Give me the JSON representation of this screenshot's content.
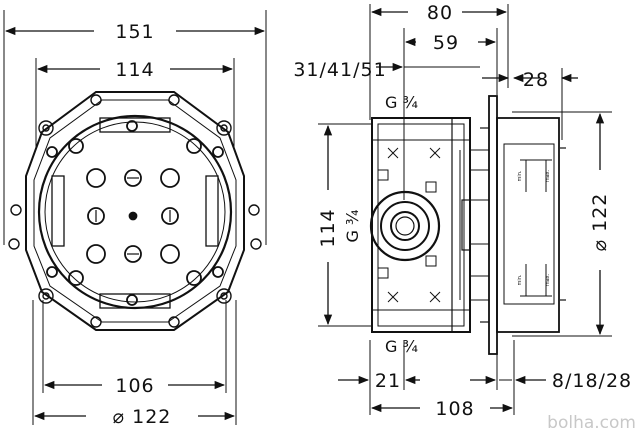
{
  "front_view": {
    "dim_total_width": "151",
    "dim_inner_width": "114",
    "dim_bottom_width": "106",
    "dim_diameter": "⌀ 122"
  },
  "side_view": {
    "dim_width_80": "80",
    "dim_width_59": "59",
    "dim_variants": "31/41/51",
    "dim_28": "28",
    "dim_height_114": "114",
    "port_left_label": "G ¾",
    "port_top_label": "G ¾",
    "port_bottom_label": "G ¾",
    "dim_diameter": "⌀ 122",
    "dim_21": "21",
    "dim_depth_variants": "8/18/28",
    "dim_108": "108",
    "label_min": "min.",
    "label_max": "max."
  },
  "watermark": "bolha.com"
}
